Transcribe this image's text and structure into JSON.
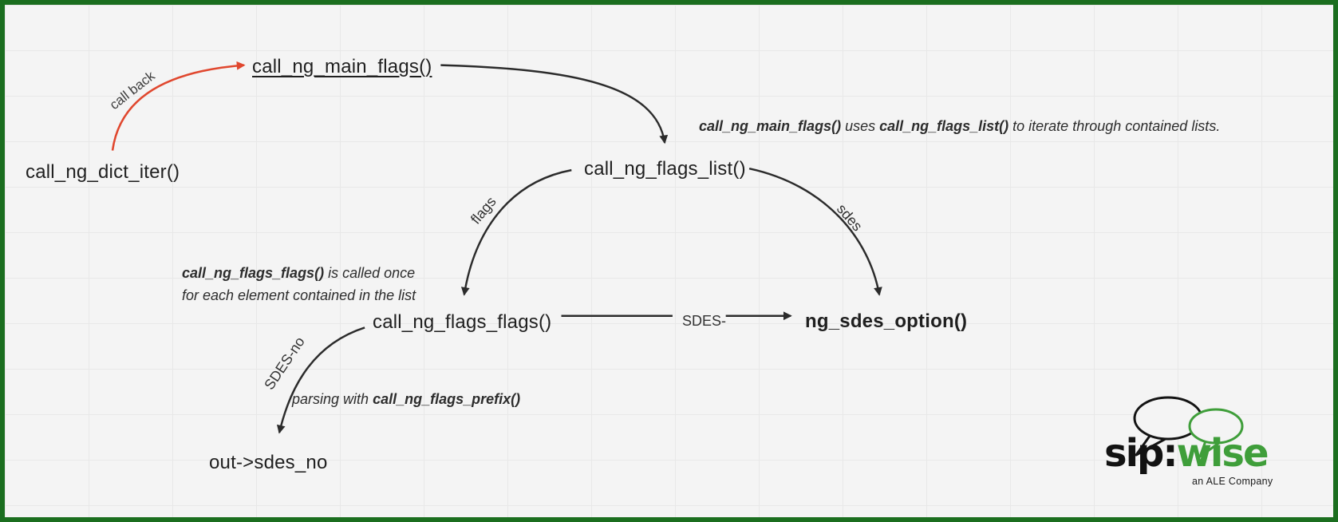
{
  "canvas": {
    "background": "#f4f4f4",
    "grid_color": "#e8e8e8",
    "border_color": "#1b6e1f"
  },
  "colors": {
    "arrow_black": "#2b2b2b",
    "arrow_red": "#e0472e",
    "logo_green": "#3f9e3a"
  },
  "nodes": {
    "dict_iter": {
      "label": "call_ng_dict_iter()"
    },
    "main_flags": {
      "label": "call_ng_main_flags()"
    },
    "flags_list": {
      "label": "call_ng_flags_list()"
    },
    "flags_flags": {
      "label": "call_ng_flags_flags()"
    },
    "sdes_option": {
      "label": "ng_sdes_option()"
    },
    "out_sdes_no": {
      "label": "out->sdes_no"
    }
  },
  "edge_labels": {
    "call_back": "call back",
    "flags": "flags",
    "sdes": "sdes",
    "sdes_dash": "SDES-",
    "sdes_no": "SDES-no"
  },
  "annotations": {
    "iterate": {
      "fn1": "call_ng_main_flags()",
      "mid": " uses ",
      "fn2": "call_ng_flags_list()",
      "tail": " to iterate through contained lists."
    },
    "called_once": {
      "fn": "call_ng_flags_flags()",
      "line1_rest": " is called once",
      "line2": "for each element contained in the list"
    },
    "parsing": {
      "lead": "parsing with ",
      "fn": "call_ng_flags_prefix()"
    }
  },
  "logo": {
    "sip": "sip:",
    "wise": "wise",
    "subtitle": "an ALE Company"
  }
}
